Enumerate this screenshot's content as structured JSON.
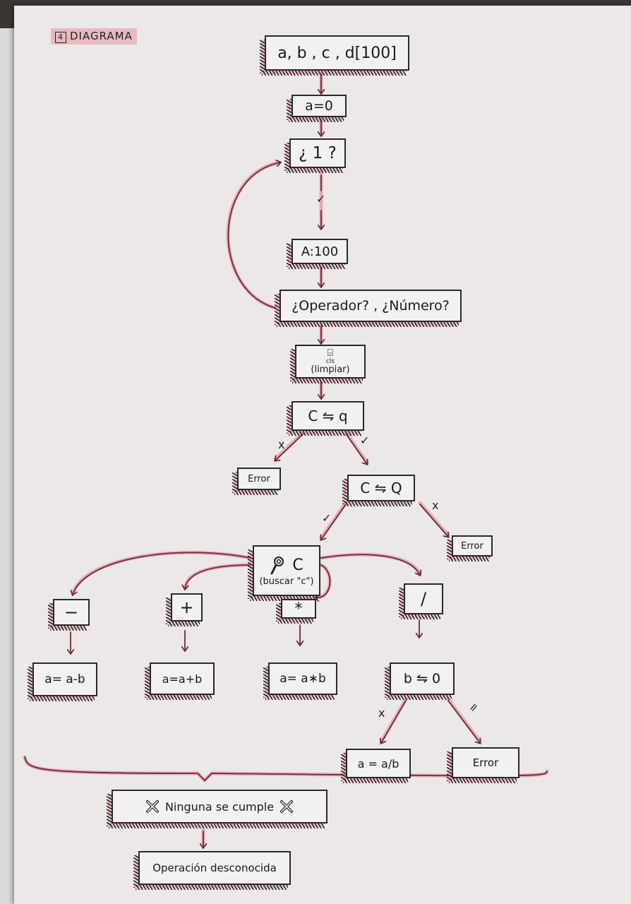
{
  "header": {
    "number": "4",
    "title": "DIAGRAMA"
  },
  "nodes": {
    "declare": "a, b , c , d[100]",
    "init": "a=0",
    "loop": "¿ 1 ?",
    "array": "A:100",
    "input": "¿Operador? , ¿Número?",
    "clear_icon": "⌸",
    "clear_sub": "cls",
    "clear": "(limpiar)",
    "cond_q": "C ⇋ q",
    "error1": "Error",
    "cond_Q": "C ⇋ Q",
    "error2": "Error",
    "search_symbol": "C",
    "search": "(buscar \"c\")",
    "op_minus": "−",
    "op_plus": "+",
    "op_mult": "*",
    "op_div": "/",
    "res_minus": "a= a-b",
    "res_plus": "a=a+b",
    "res_mult": "a= a∗b",
    "cond_b": "b ⇋ 0",
    "res_div": "a = a/b",
    "error3": "Error",
    "none": "Ninguna se cumple",
    "unknown": "Operación desconocida"
  },
  "edge_labels": {
    "yes_loop": "✓",
    "no_q": "x",
    "yes_q": "✓",
    "yes_Q": "✓",
    "no_Q": "x",
    "no_b": "x",
    "eq_b": "="
  },
  "icons": {
    "none_left": "cross-icon",
    "none_right": "cross-icon",
    "search": "magnifier-icon"
  },
  "colors": {
    "paper": "#ebe8e7",
    "ink": "#2a2a2a",
    "highlight": "#e996a5"
  }
}
